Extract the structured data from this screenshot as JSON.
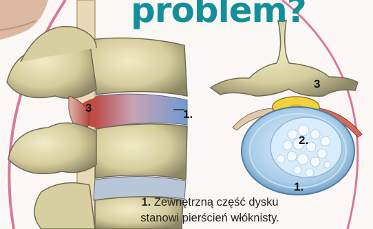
{
  "headline": "problem?",
  "labels": {
    "left_nerve": "3",
    "left_disc": "1.",
    "right_nerve": "3",
    "right_nucleus": "2.",
    "right_annulus": "1."
  },
  "caption": {
    "number": "1.",
    "line1": "Zewnętrzną część dysku",
    "line2": "stanowi pierścień włóknisty."
  },
  "colors": {
    "headline": "#138f9c",
    "frame": "#d9779a",
    "bone": "#d8d0a0",
    "disc_blue": "#9ec7e6",
    "nerve_red": "#c8504a",
    "cord_yellow": "#f2d23a"
  }
}
